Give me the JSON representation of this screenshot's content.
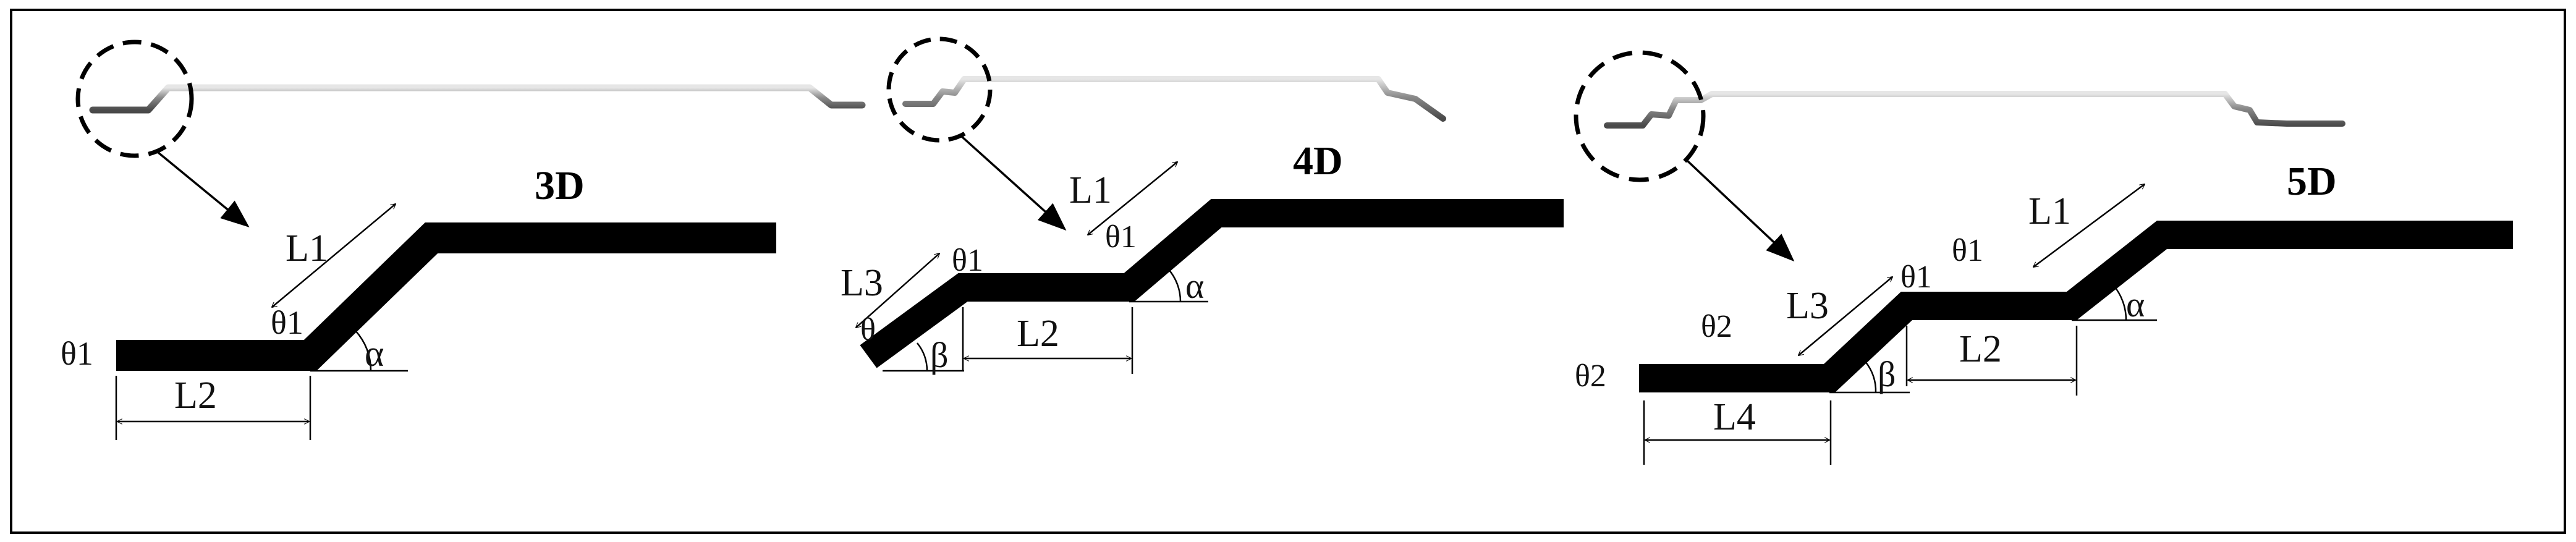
{
  "figure": {
    "panels": [
      {
        "title": "3D",
        "labels": {
          "l1": "L1",
          "l2": "L2",
          "theta1_left": "θ1",
          "theta1_bend": "θ1",
          "alpha": "α"
        }
      },
      {
        "title": "4D",
        "labels": {
          "l1": "L1",
          "l2": "L2",
          "l3": "L3",
          "theta1_top": "θ1",
          "theta1_bend": "θ1",
          "theta_low": "θ",
          "alpha": "α",
          "beta": "β"
        }
      },
      {
        "title": "5D",
        "labels": {
          "l1": "L1",
          "l2": "L2",
          "l3": "L3",
          "l4": "L4",
          "theta1_a": "θ1",
          "theta1_b": "θ1",
          "theta2_a": "θ2",
          "theta2_b": "θ2",
          "alpha": "α",
          "beta": "β"
        }
      }
    ],
    "colors": {
      "fiber_shape": "#000000",
      "frame": "#000000",
      "rod": "#9a9a9a"
    }
  }
}
